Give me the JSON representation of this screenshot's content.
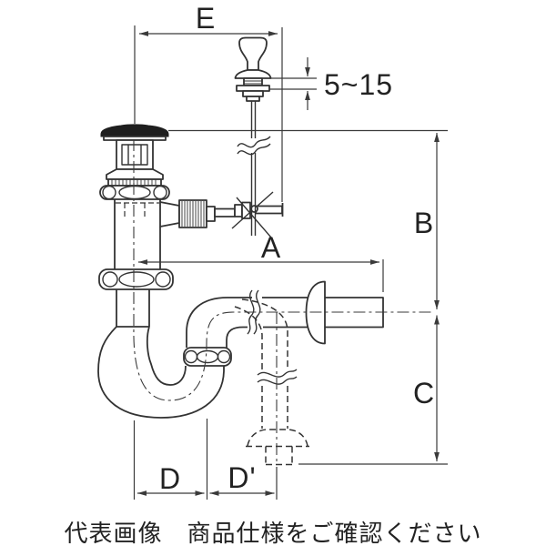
{
  "colors": {
    "background": "#ffffff",
    "object": "#333333",
    "line": "#3a3a3a",
    "text": "#222222",
    "fill-dark": "#1e1e1e"
  },
  "dimensions": {
    "e": {
      "label": "E"
    },
    "lift_adjust": {
      "label": "5~15"
    },
    "a": {
      "label": "A"
    },
    "b": {
      "label": "B"
    },
    "c": {
      "label": "C"
    },
    "d": {
      "label": "D"
    },
    "d_prime": {
      "label": "D'"
    }
  },
  "caption": {
    "text": "代表画像　商品仕様をご確認ください"
  }
}
